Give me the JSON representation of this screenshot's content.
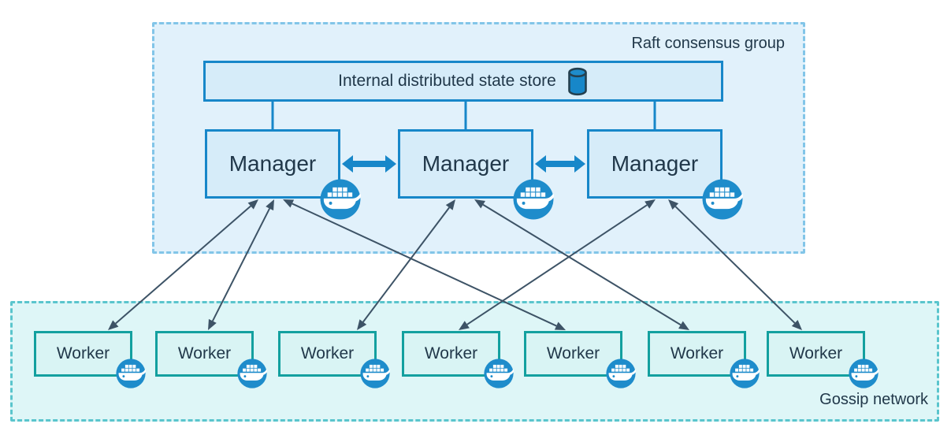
{
  "diagram": {
    "groups": {
      "raft": {
        "label": "Raft consensus group"
      },
      "gossip": {
        "label": "Gossip network"
      }
    },
    "store": {
      "label": "Internal distributed state store",
      "icon": "database-cylinder-icon"
    },
    "managers": [
      {
        "id": "manager-1",
        "label": "Manager",
        "badge_icon": "docker-whale-icon"
      },
      {
        "id": "manager-2",
        "label": "Manager",
        "badge_icon": "docker-whale-icon"
      },
      {
        "id": "manager-3",
        "label": "Manager",
        "badge_icon": "docker-whale-icon"
      }
    ],
    "workers": [
      {
        "id": "worker-1",
        "label": "Worker",
        "badge_icon": "docker-whale-icon"
      },
      {
        "id": "worker-2",
        "label": "Worker",
        "badge_icon": "docker-whale-icon"
      },
      {
        "id": "worker-3",
        "label": "Worker",
        "badge_icon": "docker-whale-icon"
      },
      {
        "id": "worker-4",
        "label": "Worker",
        "badge_icon": "docker-whale-icon"
      },
      {
        "id": "worker-5",
        "label": "Worker",
        "badge_icon": "docker-whale-icon"
      },
      {
        "id": "worker-6",
        "label": "Worker",
        "badge_icon": "docker-whale-icon"
      },
      {
        "id": "worker-7",
        "label": "Worker",
        "badge_icon": "docker-whale-icon"
      }
    ],
    "store_links": [
      "manager-1",
      "manager-2",
      "manager-3"
    ],
    "manager_links": [
      {
        "from": "manager-1",
        "to": "manager-2",
        "bidirectional": true
      },
      {
        "from": "manager-2",
        "to": "manager-3",
        "bidirectional": true
      }
    ],
    "connections": [
      {
        "from": "manager-1",
        "to": "worker-1",
        "bidirectional": true
      },
      {
        "from": "manager-1",
        "to": "worker-2",
        "bidirectional": true
      },
      {
        "from": "manager-1",
        "to": "worker-5",
        "bidirectional": true
      },
      {
        "from": "manager-2",
        "to": "worker-3",
        "bidirectional": true
      },
      {
        "from": "manager-2",
        "to": "worker-6",
        "bidirectional": true
      },
      {
        "from": "manager-3",
        "to": "worker-4",
        "bidirectional": true
      },
      {
        "from": "manager-3",
        "to": "worker-7",
        "bidirectional": true
      }
    ],
    "colors": {
      "manager_fill": "#d6ecf9",
      "manager_border": "#1787c9",
      "worker_fill": "#d9f4f4",
      "worker_border": "#13a09f",
      "raft_fill": "#e1f1fb",
      "raft_dash": "#82c5e8",
      "gossip_fill": "#def6f7",
      "gossip_dash": "#5ac5cd",
      "arrow": "#3d5366",
      "thick_arrow": "#1787c9",
      "whale_badge": "#1e8ccb",
      "text": "#21384a"
    }
  }
}
